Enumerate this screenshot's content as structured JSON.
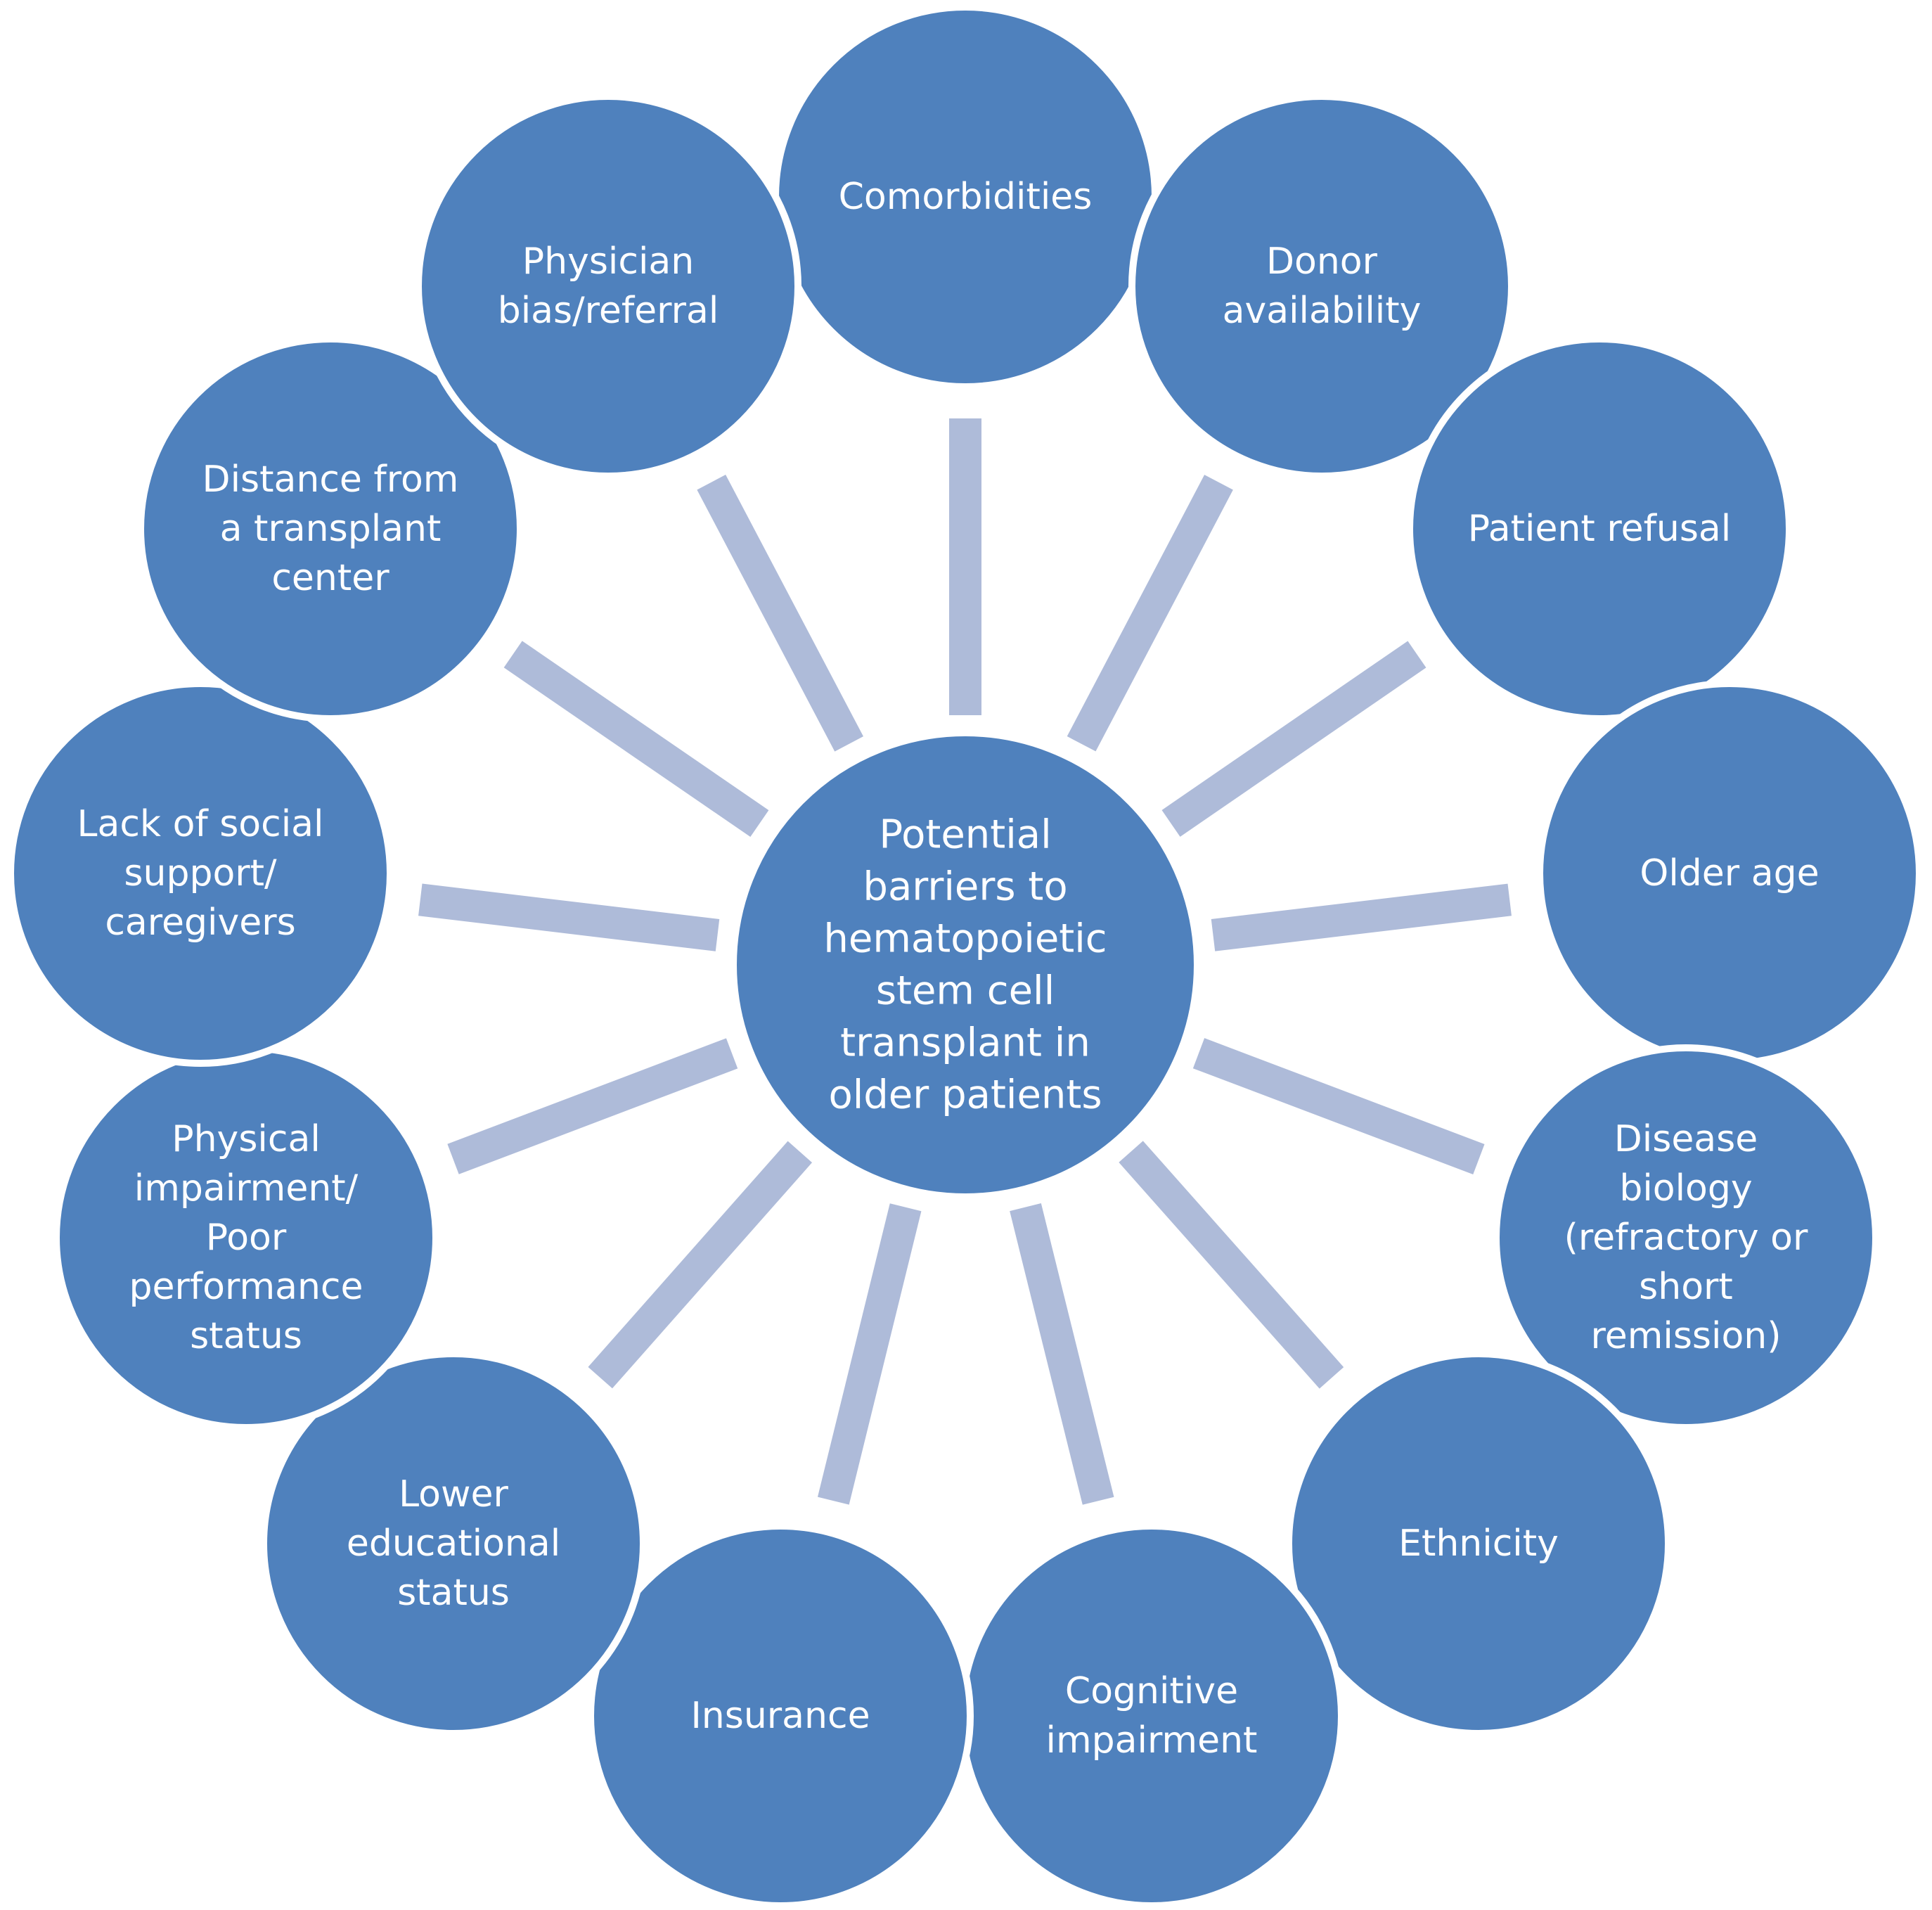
{
  "diagram": {
    "center": {
      "lines": [
        "Potential",
        "barriers to",
        "hematopoietic",
        "stem cell",
        "transplant in",
        "older patients"
      ]
    },
    "nodes": [
      {
        "id": "comorbidities",
        "lines": [
          "Comorbidities"
        ]
      },
      {
        "id": "donor-availability",
        "lines": [
          "Donor",
          "availability"
        ]
      },
      {
        "id": "patient-refusal",
        "lines": [
          "Patient refusal"
        ]
      },
      {
        "id": "older-age",
        "lines": [
          "Older age"
        ]
      },
      {
        "id": "disease-biology",
        "lines": [
          "Disease",
          "biology",
          "(refractory or",
          "short",
          "remission)"
        ]
      },
      {
        "id": "ethnicity",
        "lines": [
          "Ethnicity"
        ]
      },
      {
        "id": "cognitive-impairment",
        "lines": [
          "Cognitive",
          "impairment"
        ]
      },
      {
        "id": "insurance",
        "lines": [
          "Insurance"
        ]
      },
      {
        "id": "lower-educational-status",
        "lines": [
          "Lower",
          "educational",
          "status"
        ]
      },
      {
        "id": "physical-impairment",
        "lines": [
          "Physical",
          "impairment/",
          "Poor",
          "performance",
          "status"
        ]
      },
      {
        "id": "lack-of-social-support",
        "lines": [
          "Lack of social",
          "support/",
          "caregivers"
        ]
      },
      {
        "id": "distance-from-transplant-center",
        "lines": [
          "Distance from",
          "a transplant",
          "center"
        ]
      },
      {
        "id": "physician-bias",
        "lines": [
          "Physician",
          "bias/referral"
        ]
      }
    ],
    "colors": {
      "node_fill": "#4f81bd",
      "spoke": "#aebbd9",
      "text": "#ffffff",
      "background": "#ffffff"
    }
  }
}
